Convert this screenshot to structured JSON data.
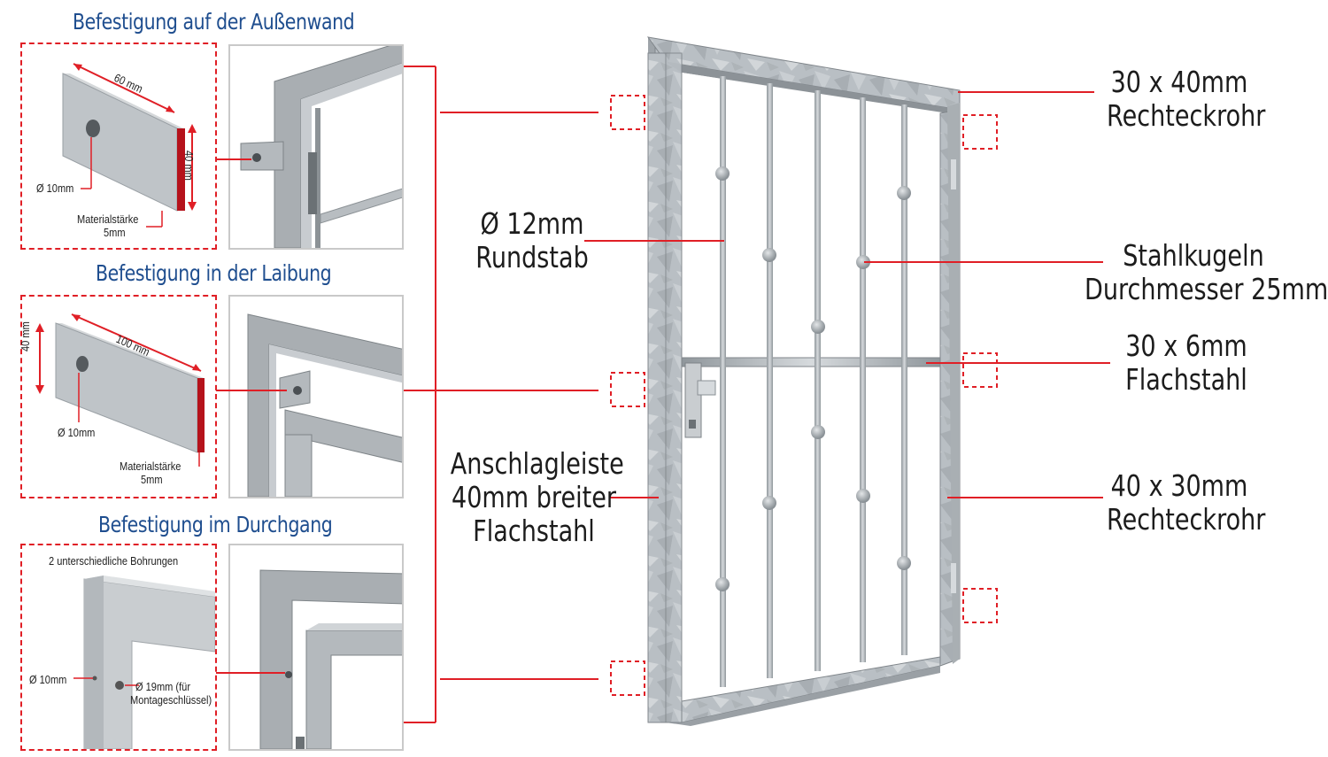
{
  "sections": [
    {
      "title": "Befestigung auf der Außenwand",
      "dim_length": "60 mm",
      "dim_height": "40 mm",
      "hole": "Ø 10mm",
      "thickness_l1": "Materialstärke",
      "thickness_l2": "5mm"
    },
    {
      "title": "Befestigung in der Laibung",
      "dim_length": "100 mm",
      "dim_height": "40 mm",
      "hole": "Ø 10mm",
      "thickness_l1": "Materialstärke",
      "thickness_l2": "5mm"
    },
    {
      "title": "Befestigung im Durchgang",
      "note": "2 unterschiedliche Bohrungen",
      "hole_small": "Ø 10mm",
      "hole_large_l1": "Ø 19mm (für",
      "hole_large_l2": "Montageschlüssel)"
    }
  ],
  "labels": {
    "frame_top": [
      "30 x 40mm",
      "Rechteckrohr"
    ],
    "bar": [
      "Ø 12mm",
      "Rundstab"
    ],
    "balls": [
      "Stahlkugeln",
      "Durchmesser 25mm"
    ],
    "flat": [
      "30 x 6mm",
      "Flachstahl"
    ],
    "stop": [
      "Anschlagleiste",
      "40mm breiter",
      "Flachstahl"
    ],
    "frame_side": [
      "40 x 30mm",
      "Rechteckrohr"
    ]
  },
  "colors": {
    "accent": "#e01f26",
    "title_blue": "#1f4e8f",
    "steel": "#b9bfc4"
  }
}
